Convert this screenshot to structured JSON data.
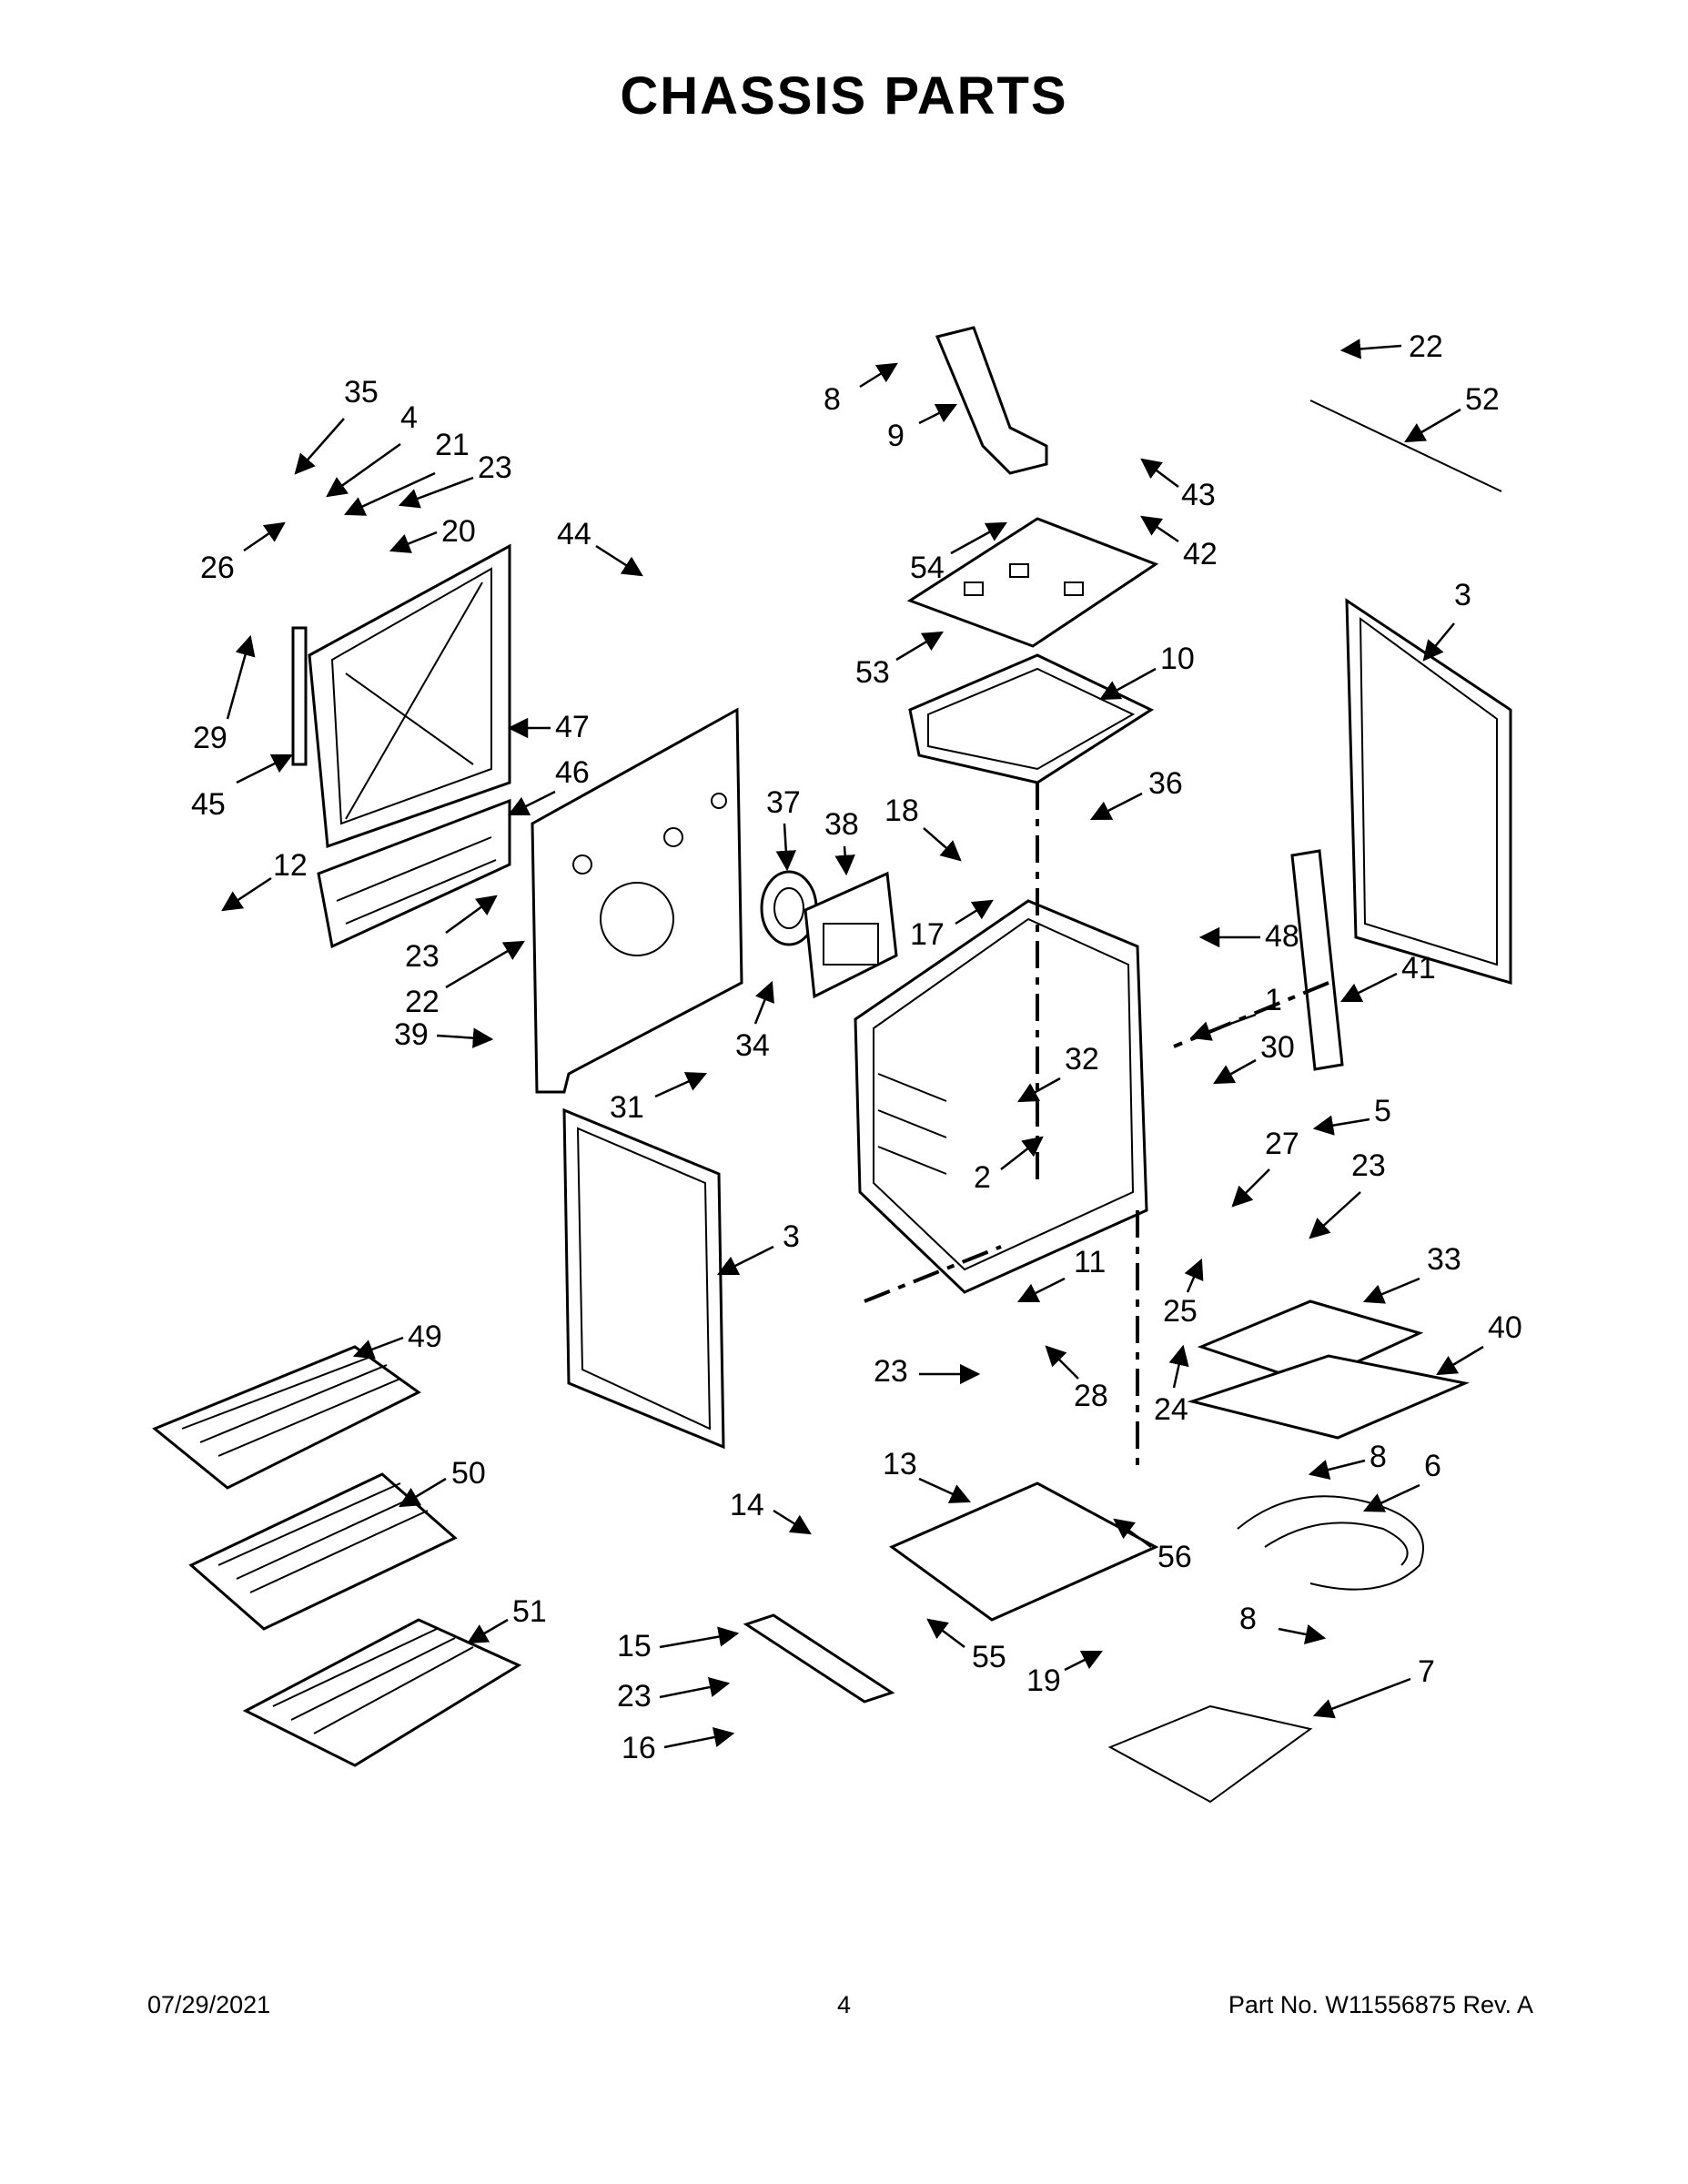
{
  "title": "CHASSIS PARTS",
  "footer": {
    "date": "07/29/2021",
    "page": "4",
    "part_number": "Part No.  W11556875  Rev.  A"
  },
  "callouts": [
    "35",
    "4",
    "21",
    "23",
    "26",
    "20",
    "29",
    "45",
    "47",
    "46",
    "12",
    "23",
    "22",
    "44",
    "37",
    "38",
    "18",
    "17",
    "34",
    "39",
    "31",
    "3",
    "49",
    "50",
    "51",
    "14",
    "15",
    "23",
    "16",
    "8",
    "9",
    "54",
    "53",
    "10",
    "36",
    "48",
    "1",
    "32",
    "30",
    "2",
    "11",
    "23",
    "28",
    "43",
    "42",
    "22",
    "52",
    "3",
    "41",
    "5",
    "27",
    "23",
    "33",
    "25",
    "40",
    "24",
    "13",
    "56",
    "55",
    "19",
    "8",
    "6",
    "8",
    "7"
  ]
}
